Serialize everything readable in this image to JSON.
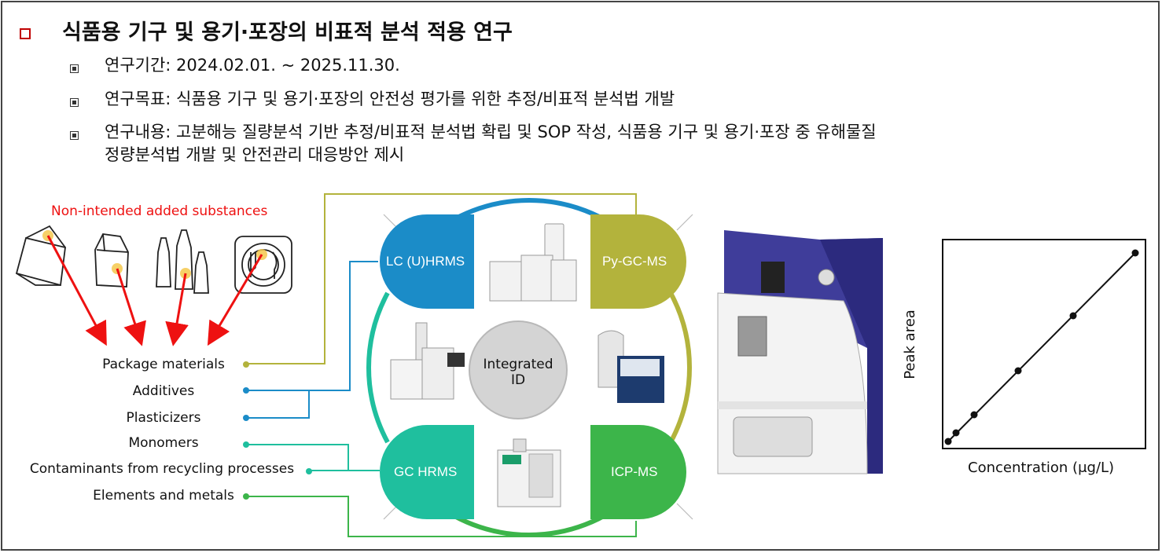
{
  "title": "식품용 기구 및 용기·포장의 비표적 분석 적용 연구",
  "bullets": [
    {
      "text": "연구기간: 2024.02.01. ~ 2025.11.30."
    },
    {
      "text": "연구목표: 식품용 기구 및 용기·포장의 안전성 평가를 위한 추정/비표적 분석법 개발"
    },
    {
      "text": "연구내용: 고분해능 질량분석 기반 추정/비표적 분석법 확립 및 SOP 작성, 식품용 기구 및 용기·포장 중 유해물질",
      "text2": "정량분석법 개발 및 안전관리 대응방안 제시"
    }
  ],
  "nias_label": "Non-intended added substances",
  "categories": [
    "Package materials",
    "Additives",
    "Plasticizers",
    "Monomers",
    "Contaminants from recycling processes",
    "Elements and metals"
  ],
  "techniques": {
    "lc": "LC (U)HRMS",
    "py": "Py-GC-MS",
    "gc": "GC HRMS",
    "icp": "ICP-MS"
  },
  "center": {
    "line1": "Integrated",
    "line2": "ID"
  },
  "calibration": {
    "ylabel": "Peak area",
    "xlabel": "Concentration (μg/L)"
  },
  "colors": {
    "red": "#ee1111",
    "lc_blue": "#1b8cc8",
    "py_olive": "#b3b33c",
    "gc_teal": "#1fbf9e",
    "icp_green": "#3cb54a",
    "center_gray": "#d4d4d4"
  }
}
